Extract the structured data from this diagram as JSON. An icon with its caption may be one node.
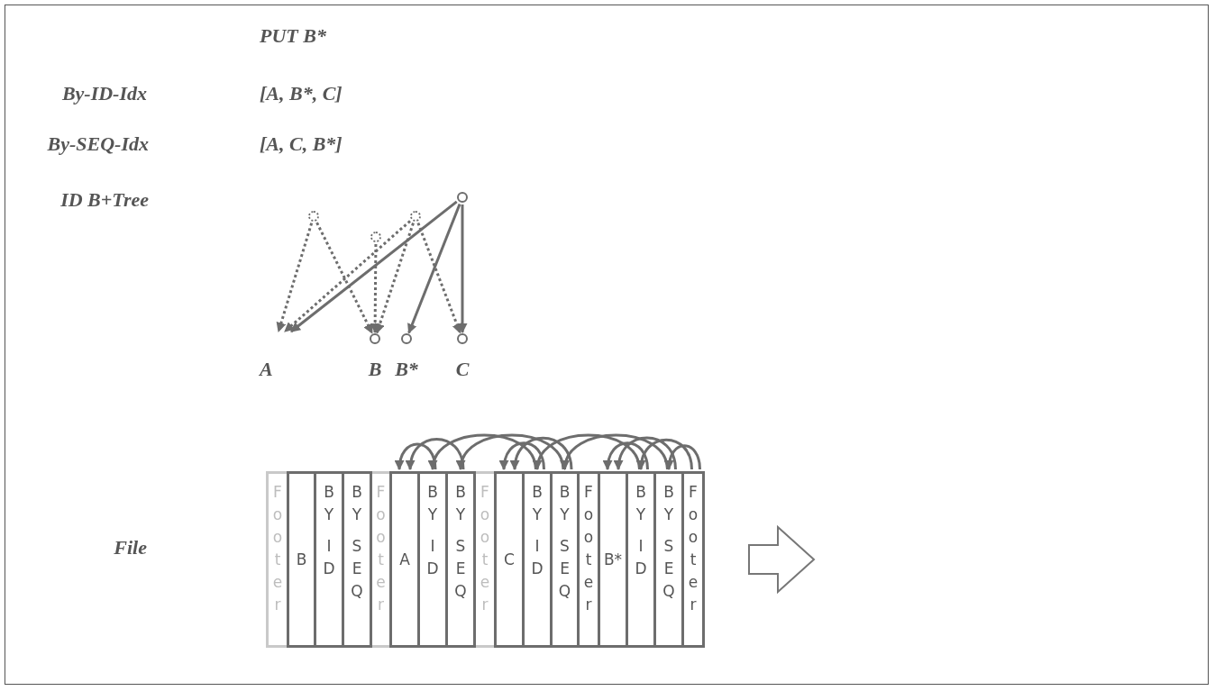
{
  "diagram": {
    "nodes": [
      {
        "text": [],
        "shape": "circle"
      },
      {
        "text": [],
        "shape": "circle"
      },
      {
        "text": [],
        "shape": "circle"
      },
      {
        "text": [],
        "shape": "circle"
      },
      {
        "text": [
          "A"
        ]
      },
      {
        "text": [],
        "shape": "circle",
        "beside": [
          "B"
        ]
      },
      {
        "text": [],
        "shape": "circle",
        "beside": [
          "B*"
        ]
      },
      {
        "text": [],
        "shape": "circle",
        "beside": [
          "C"
        ]
      },
      {
        "text": [
          "Footer"
        ]
      },
      {
        "text": [
          "B"
        ]
      },
      {
        "text": [
          "BY ID"
        ]
      },
      {
        "text": [
          "BY SEQ"
        ]
      },
      {
        "text": [
          "Footer"
        ]
      },
      {
        "text": [
          "A"
        ]
      },
      {
        "text": [
          "BY ID"
        ]
      },
      {
        "text": [
          "BY SEQ"
        ]
      },
      {
        "text": [
          "Footer"
        ]
      },
      {
        "text": [
          "C"
        ]
      },
      {
        "text": [
          "BY ID"
        ]
      },
      {
        "text": [
          "BY SEQ"
        ]
      },
      {
        "text": [
          "Footer"
        ]
      },
      {
        "text": [
          "B*"
        ]
      },
      {
        "text": [
          "BY ID"
        ]
      },
      {
        "text": [
          "BY SEQ"
        ]
      },
      {
        "text": [
          "Footer"
        ]
      }
    ],
    "edges": [
      {
        "from": 0,
        "to": 4,
        "arrow": "to"
      },
      {
        "from": 0,
        "to": 6,
        "arrow": "to"
      },
      {
        "from": 0,
        "to": 7,
        "arrow": "to"
      },
      {
        "from": 1,
        "to": 4,
        "arrow": "to",
        "style": "dashed"
      },
      {
        "from": 1,
        "to": 5,
        "arrow": "to",
        "style": "dashed"
      },
      {
        "from": 2,
        "to": 5,
        "arrow": "to",
        "style": "dashed"
      },
      {
        "from": 3,
        "to": 4,
        "arrow": "to",
        "style": "dashed"
      },
      {
        "from": 3,
        "to": 5,
        "arrow": "to",
        "style": "dashed"
      },
      {
        "from": 3,
        "to": 7,
        "arrow": "to",
        "style": "dashed"
      },
      {
        "from": 14,
        "to": 13,
        "arrow": "to"
      },
      {
        "from": 15,
        "to": 13,
        "arrow": "to"
      },
      {
        "from": 18,
        "to": 17,
        "arrow": "to"
      },
      {
        "from": 19,
        "to": 17,
        "arrow": "to"
      },
      {
        "from": 18,
        "to": 14,
        "arrow": "to"
      },
      {
        "from": 19,
        "to": 15,
        "arrow": "to"
      },
      {
        "from": 22,
        "to": 21,
        "arrow": "to"
      },
      {
        "from": 23,
        "to": 21,
        "arrow": "to"
      },
      {
        "from": 22,
        "to": 18,
        "arrow": "to"
      },
      {
        "from": 23,
        "to": 19,
        "arrow": "to"
      },
      {
        "from": 24,
        "to": 22,
        "arrow": "to"
      },
      {
        "from": 24,
        "to": 23,
        "arrow": "to"
      }
    ],
    "labels": [
      "PUT B*",
      "By-ID-Idx",
      "[A, B*, C]",
      "By-SEQ-Idx",
      "[A, C, B*]",
      "ID B+Tree",
      "File"
    ]
  }
}
